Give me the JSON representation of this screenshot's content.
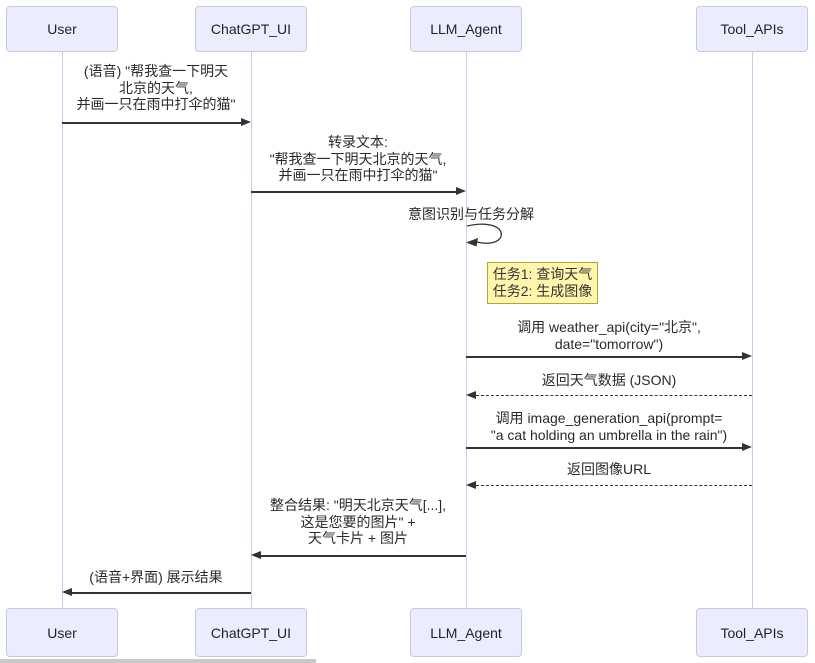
{
  "diagram_type": "sequence-diagram",
  "colors": {
    "actor_fill": "#ECECFF",
    "actor_border": "#c9c9de",
    "lifeline": "#ccccea",
    "message_line": "#333333",
    "note_fill": "#fff5ad",
    "note_border": "#aaaa33",
    "background": "#ffffff"
  },
  "actors": [
    {
      "label": "User"
    },
    {
      "label": "ChatGPT_UI"
    },
    {
      "label": "LLM_Agent"
    },
    {
      "label": "Tool_APIs"
    }
  ],
  "messages": [
    {
      "from": "User",
      "to": "ChatGPT_UI",
      "style": "solid",
      "lines": [
        "(语音) \"帮我查一下明天",
        "北京的天气,",
        "并画一只在雨中打伞的猫\""
      ]
    },
    {
      "from": "ChatGPT_UI",
      "to": "LLM_Agent",
      "style": "solid",
      "lines": [
        "转录文本:",
        "\"帮我查一下明天北京的天气,",
        "并画一只在雨中打伞的猫\""
      ]
    },
    {
      "from": "LLM_Agent",
      "to": "Tool_APIs",
      "style": "solid",
      "lines": [
        "调用 weather_api(city=\"北京\",",
        "date=\"tomorrow\")"
      ]
    },
    {
      "from": "Tool_APIs",
      "to": "LLM_Agent",
      "style": "dashed",
      "lines": [
        "返回天气数据 (JSON)"
      ]
    },
    {
      "from": "LLM_Agent",
      "to": "Tool_APIs",
      "style": "solid",
      "lines": [
        "调用 image_generation_api(prompt=",
        "\"a cat holding an umbrella in the rain\")"
      ]
    },
    {
      "from": "Tool_APIs",
      "to": "LLM_Agent",
      "style": "dashed",
      "lines": [
        "返回图像URL"
      ]
    },
    {
      "from": "LLM_Agent",
      "to": "ChatGPT_UI",
      "style": "solid",
      "lines": [
        "整合结果: \"明天北京天气[...],",
        "这是您要的图片\" +",
        "天气卡片 + 图片"
      ]
    },
    {
      "from": "ChatGPT_UI",
      "to": "User",
      "style": "solid",
      "lines": [
        "(语音+界面) 展示结果"
      ]
    }
  ],
  "self_message": {
    "on": "LLM_Agent",
    "label": "意图识别与任务分解"
  },
  "note": {
    "position": "right of LLM_Agent",
    "lines": [
      "任务1: 查询天气",
      "任务2: 生成图像"
    ]
  }
}
